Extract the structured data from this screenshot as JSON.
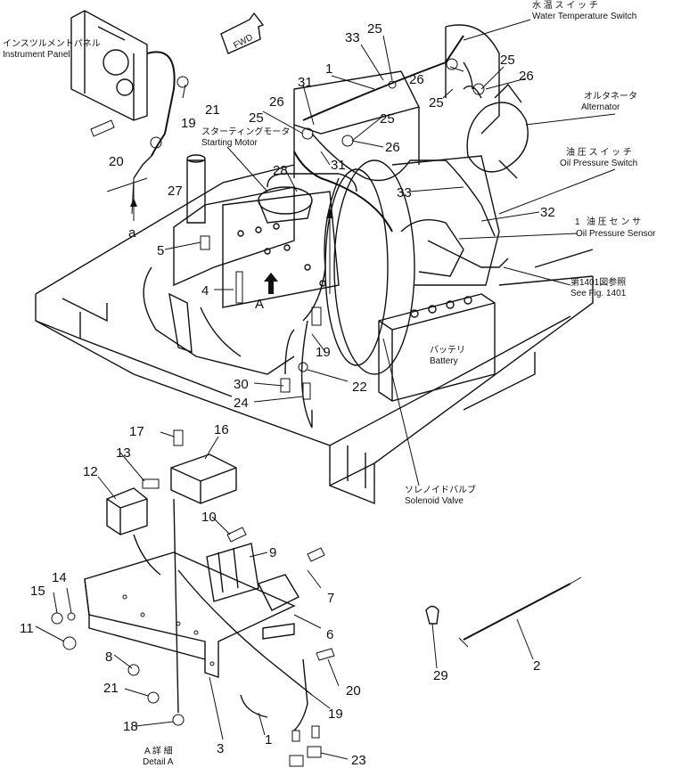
{
  "parts_labels": {
    "water_temp_switch_jp": "水 温 ス イ ッ チ",
    "water_temp_switch_en": "Water Temperature Switch",
    "instrument_panel_jp": "インスツルメントパネル",
    "instrument_panel_en": "Instrument Panel",
    "starting_motor_jp": "スターティングモータ",
    "starting_motor_en": "Starting Motor",
    "alternator_jp": "オルタネータ",
    "alternator_en": "Alternator",
    "oil_pressure_switch_jp": "油 圧 ス イ ッ チ",
    "oil_pressure_switch_en": "Oil Pressure Switch",
    "oil_pressure_sensor_jp": "油 圧 セ ン サ",
    "oil_pressure_sensor_en": "Oil Pressure Sensor",
    "see_fig_jp": "第1401図参照",
    "see_fig_en": "See Fig. 1401",
    "battery_jp": "バッテリ",
    "battery_en": "Battery",
    "solenoid_valve_jp": "ソレノイドバルブ",
    "solenoid_valve_en": "Solenoid Valve",
    "detail_jp": "A 詳 細",
    "detail_en": "Detail A",
    "fwd": "FWD",
    "ref_a": "a",
    "ref_A": "A",
    "ref_1": "1"
  },
  "callouts": [
    {
      "id": "c33a",
      "text": "33"
    },
    {
      "id": "c25a",
      "text": "25"
    },
    {
      "id": "c1a",
      "text": "1"
    },
    {
      "id": "c25b",
      "text": "25"
    },
    {
      "id": "c26a",
      "text": "26"
    },
    {
      "id": "c26b",
      "text": "26"
    },
    {
      "id": "c25c",
      "text": "25"
    },
    {
      "id": "c21a",
      "text": "21"
    },
    {
      "id": "c19a",
      "text": "19"
    },
    {
      "id": "c20a",
      "text": "20"
    },
    {
      "id": "c31a",
      "text": "31"
    },
    {
      "id": "c26c",
      "text": "26"
    },
    {
      "id": "c25d",
      "text": "25"
    },
    {
      "id": "c25e",
      "text": "25"
    },
    {
      "id": "c26d",
      "text": "26"
    },
    {
      "id": "c31b",
      "text": "31"
    },
    {
      "id": "c28",
      "text": "28"
    },
    {
      "id": "c27",
      "text": "27"
    },
    {
      "id": "c33b",
      "text": "33"
    },
    {
      "id": "c32",
      "text": "32"
    },
    {
      "id": "c5",
      "text": "5"
    },
    {
      "id": "c4",
      "text": "4"
    },
    {
      "id": "c19b",
      "text": "19"
    },
    {
      "id": "c30",
      "text": "30"
    },
    {
      "id": "c24",
      "text": "24"
    },
    {
      "id": "c22",
      "text": "22"
    },
    {
      "id": "c17",
      "text": "17"
    },
    {
      "id": "c16",
      "text": "16"
    },
    {
      "id": "c13",
      "text": "13"
    },
    {
      "id": "c12",
      "text": "12"
    },
    {
      "id": "c10",
      "text": "10"
    },
    {
      "id": "c9",
      "text": "9"
    },
    {
      "id": "c7",
      "text": "7"
    },
    {
      "id": "c15",
      "text": "15"
    },
    {
      "id": "c14",
      "text": "14"
    },
    {
      "id": "c11",
      "text": "11"
    },
    {
      "id": "c6",
      "text": "6"
    },
    {
      "id": "c8",
      "text": "8"
    },
    {
      "id": "c21b",
      "text": "21"
    },
    {
      "id": "c20b",
      "text": "20"
    },
    {
      "id": "c19c",
      "text": "19"
    },
    {
      "id": "c18",
      "text": "18"
    },
    {
      "id": "c3",
      "text": "3"
    },
    {
      "id": "c1b",
      "text": "1"
    },
    {
      "id": "c23",
      "text": "23"
    },
    {
      "id": "c29",
      "text": "29"
    },
    {
      "id": "c2",
      "text": "2"
    }
  ]
}
